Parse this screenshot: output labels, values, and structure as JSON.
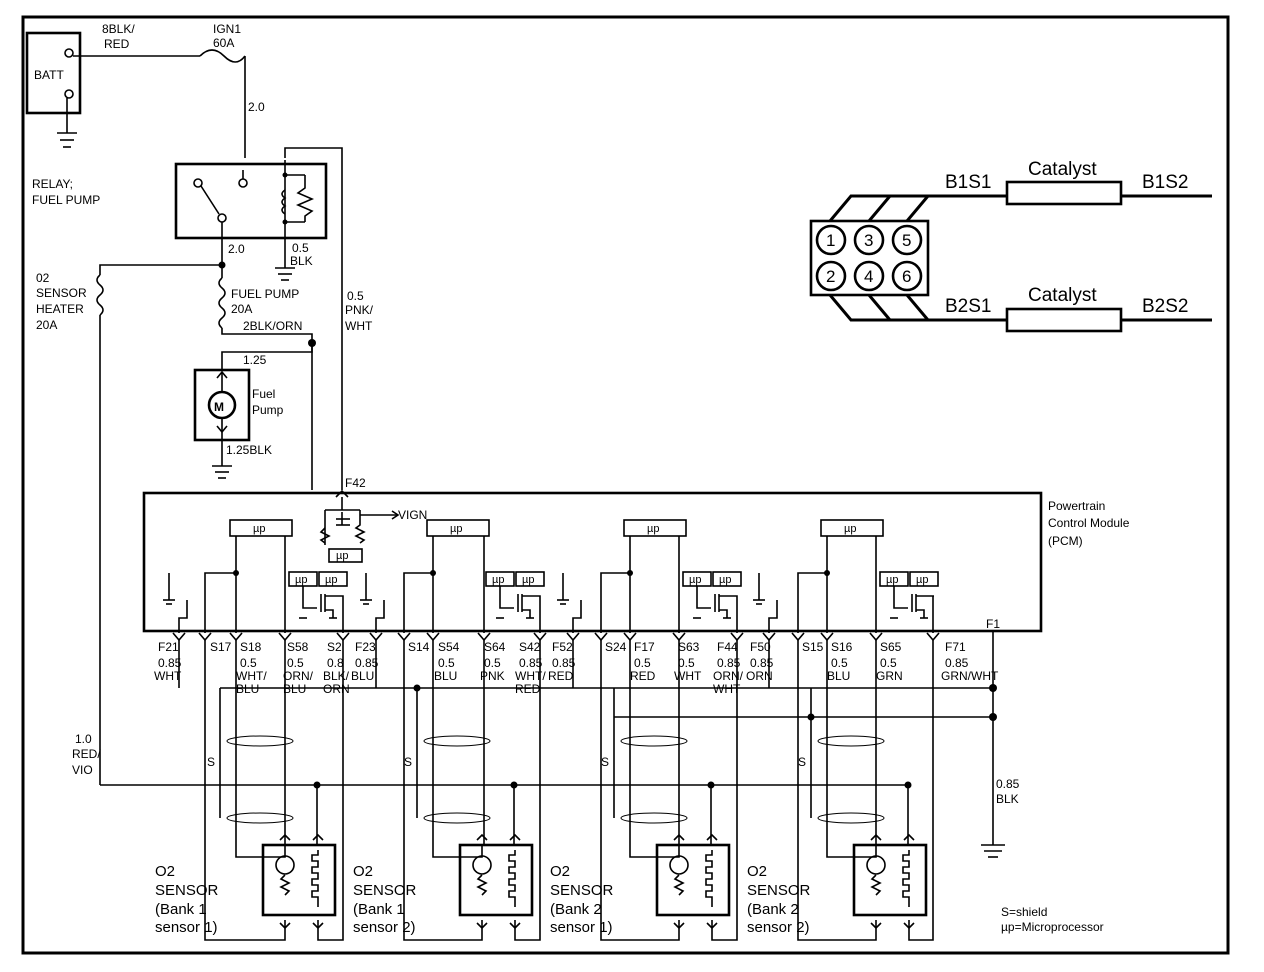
{
  "battery": {
    "label": "BATT",
    "wire": [
      "8BLK/",
      "RED"
    ]
  },
  "fuse_ign": {
    "name": "IGN1",
    "rating": "60A"
  },
  "wire_ign_out": "2.0",
  "relay": {
    "label_line1": "RELAY;",
    "label_line2": "FUEL PUMP",
    "wire_out": "2.0",
    "ground_size": "0.5",
    "ground_color": "BLK"
  },
  "o2_heater_fuse": {
    "line1": "02",
    "line2": "SENSOR",
    "line3": "HEATER",
    "line4": "20A"
  },
  "fuel_pump_fuse": {
    "name": "FUEL PUMP",
    "rating": "20A",
    "wire": "2BLK/ORN"
  },
  "pump_wire_top": "1.25",
  "pump": {
    "motor": "M",
    "line1": "Fuel",
    "line2": "Pump",
    "ground": "1.25BLK"
  },
  "relay_ctrl_wire": [
    "0.5",
    "PNK/",
    "WHT"
  ],
  "pcm": {
    "pin_top": "F42",
    "vign": "VIGN",
    "line1": "Powertrain",
    "line2": "Control Module",
    "line3": "(PCM)",
    "pin_ground": "F1",
    "mp": "µp"
  },
  "pcm_pins": [
    {
      "pin": "F21",
      "wire": [
        "0.85",
        "WHT"
      ]
    },
    {
      "pin": "S17",
      "wire": []
    },
    {
      "pin": "S18",
      "wire": [
        "0.5",
        "WHT/",
        "BLU"
      ]
    },
    {
      "pin": "S58",
      "wire": [
        "0.5",
        "ORN/",
        "BLU"
      ]
    },
    {
      "pin": "S2",
      "wire": [
        "0.8",
        "BLK/",
        "ORN"
      ]
    },
    {
      "pin": "F23",
      "wire": [
        "0.85",
        "BLU"
      ]
    },
    {
      "pin": "S14",
      "wire": []
    },
    {
      "pin": "S54",
      "wire": [
        "0.5",
        "BLU"
      ]
    },
    {
      "pin": "S64",
      "wire": [
        "0.5",
        "PNK"
      ]
    },
    {
      "pin": "S42",
      "wire": [
        "0.85",
        "WHT/",
        "RED"
      ]
    },
    {
      "pin": "F52",
      "wire": [
        "0.85",
        "RED"
      ]
    },
    {
      "pin": "S24",
      "wire": []
    },
    {
      "pin": "F17",
      "wire": [
        "0.5",
        "RED"
      ]
    },
    {
      "pin": "S63",
      "wire": [
        "0.5",
        "WHT"
      ]
    },
    {
      "pin": "F44",
      "wire": [
        "0.85",
        "ORN/",
        "WHT"
      ]
    },
    {
      "pin": "F50",
      "wire": [
        "0.85",
        "ORN"
      ]
    },
    {
      "pin": "S15",
      "wire": []
    },
    {
      "pin": "S16",
      "wire": [
        "0.5",
        "BLU"
      ]
    },
    {
      "pin": "S65",
      "wire": [
        "0.5",
        "GRN"
      ]
    },
    {
      "pin": "F71",
      "wire": [
        "0.85",
        "GRN/WHT"
      ]
    }
  ],
  "heater_supply_wire": [
    "1.0",
    "RED/",
    "VIO"
  ],
  "ground_wire": [
    "0.85",
    "BLK"
  ],
  "shield_label": "S",
  "sensors": [
    {
      "line1": "O2",
      "line2": "SENSOR",
      "line3": "(Bank 1",
      "line4": "sensor 1)"
    },
    {
      "line1": "O2",
      "line2": "SENSOR",
      "line3": "(Bank 1",
      "line4": "sensor 2)"
    },
    {
      "line1": "O2",
      "line2": "SENSOR",
      "line3": "(Bank 2",
      "line4": "sensor 1)"
    },
    {
      "line1": "O2",
      "line2": "SENSOR",
      "line3": "(Bank 2",
      "line4": "sensor 2)"
    }
  ],
  "legend": {
    "line1": "S=shield",
    "line2": "µp=Microprocessor"
  },
  "engine": {
    "cylinders": [
      "1",
      "3",
      "5",
      "2",
      "4",
      "6"
    ],
    "bank1_s1": "B1S1",
    "bank1_s2": "B1S2",
    "bank2_s1": "B2S1",
    "bank2_s2": "B2S2",
    "catalyst": "Catalyst"
  }
}
